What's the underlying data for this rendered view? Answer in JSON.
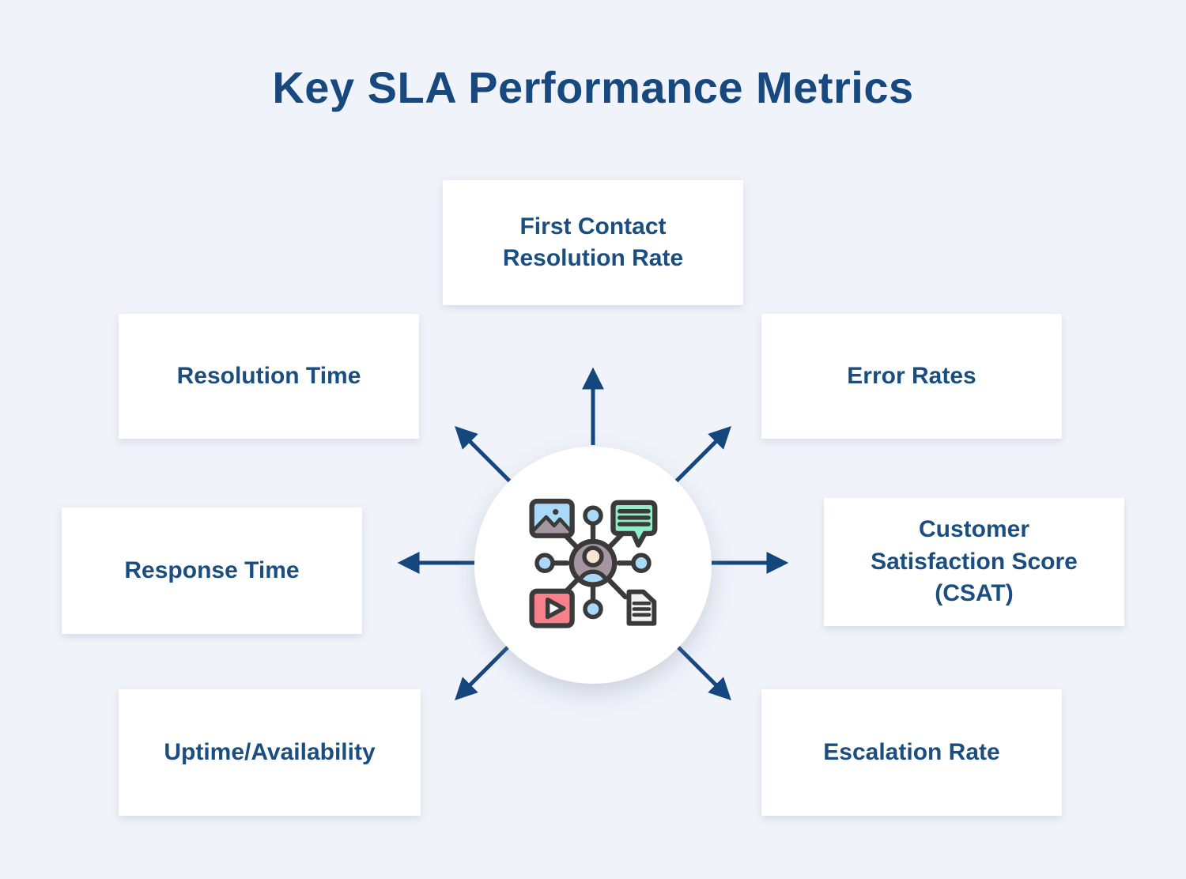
{
  "title": "Key SLA Performance Metrics",
  "metrics": [
    {
      "id": "first-contact-resolution-rate",
      "label": "First Contact Resolution Rate",
      "position": "top"
    },
    {
      "id": "resolution-time",
      "label": "Resolution Time",
      "position": "upper-left"
    },
    {
      "id": "error-rates",
      "label": "Error Rates",
      "position": "upper-right"
    },
    {
      "id": "response-time",
      "label": "Response Time",
      "position": "middle-left"
    },
    {
      "id": "customer-satisfaction-score",
      "label": "Customer Satisfaction Score (CSAT)",
      "position": "middle-right"
    },
    {
      "id": "uptime-availability",
      "label": "Uptime/Availability",
      "position": "lower-left"
    },
    {
      "id": "escalation-rate",
      "label": "Escalation Rate",
      "position": "lower-right"
    }
  ],
  "hub": {
    "icon": "media-network-icon",
    "icon_parts": [
      "image-icon",
      "chat-bubble-icon",
      "video-play-icon",
      "document-icon",
      "user-avatar-icon",
      "network-node-dots"
    ]
  },
  "colors": {
    "background": "#f0f3f9",
    "card_bg": "#ffffff",
    "title_text": "#17497e",
    "metric_text": "#1b4e80",
    "arrow": "#14477d",
    "icon_outline": "#3a3a3a",
    "icon_blue": "#a9d8f8",
    "icon_green": "#8feec6",
    "icon_red": "#f8808a",
    "icon_gray": "#a596a2",
    "icon_cream": "#f6e3d0",
    "icon_doc": "#f3f3f3"
  }
}
